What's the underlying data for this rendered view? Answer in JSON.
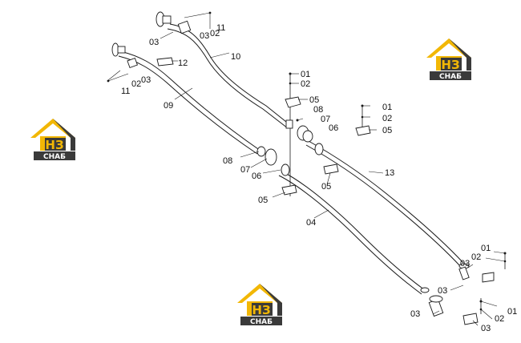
{
  "watermark": {
    "mark_main": "НЗ",
    "mark_sub": "СНАБ",
    "colors": {
      "yellow": "#F2B705",
      "dark": "#3A3A3A",
      "white": "#FFFFFF"
    }
  },
  "callouts": [
    {
      "id": "c-11-top",
      "text": "11"
    },
    {
      "id": "c-02-top",
      "text": "02"
    },
    {
      "id": "c-03-top-a",
      "text": "03"
    },
    {
      "id": "c-03-top-b",
      "text": "03"
    },
    {
      "id": "c-12",
      "text": "12"
    },
    {
      "id": "c-10",
      "text": "10"
    },
    {
      "id": "c-03-left",
      "text": "03"
    },
    {
      "id": "c-02-left",
      "text": "02"
    },
    {
      "id": "c-11-left",
      "text": "11"
    },
    {
      "id": "c-09",
      "text": "09"
    },
    {
      "id": "c-01-mid",
      "text": "01"
    },
    {
      "id": "c-02-mid",
      "text": "02"
    },
    {
      "id": "c-05-mid",
      "text": "05"
    },
    {
      "id": "c-08-mid",
      "text": "08"
    },
    {
      "id": "c-07-mid",
      "text": "07"
    },
    {
      "id": "c-06-mid",
      "text": "06"
    },
    {
      "id": "c-01-right",
      "text": "01"
    },
    {
      "id": "c-02-right",
      "text": "02"
    },
    {
      "id": "c-05-right",
      "text": "05"
    },
    {
      "id": "c-08-low",
      "text": "08"
    },
    {
      "id": "c-07-low",
      "text": "07"
    },
    {
      "id": "c-06-low",
      "text": "06"
    },
    {
      "id": "c-05-low",
      "text": "05"
    },
    {
      "id": "c-05-right-low",
      "text": "05"
    },
    {
      "id": "c-13",
      "text": "13"
    },
    {
      "id": "c-04",
      "text": "04"
    },
    {
      "id": "c-01-br1",
      "text": "01"
    },
    {
      "id": "c-02-br1",
      "text": "02"
    },
    {
      "id": "c-03-br1",
      "text": "03"
    },
    {
      "id": "c-03-br2",
      "text": "03"
    },
    {
      "id": "c-01-br2",
      "text": "01"
    },
    {
      "id": "c-02-br2",
      "text": "02"
    },
    {
      "id": "c-03-br3",
      "text": "03"
    },
    {
      "id": "c-03-br4",
      "text": "03"
    }
  ]
}
